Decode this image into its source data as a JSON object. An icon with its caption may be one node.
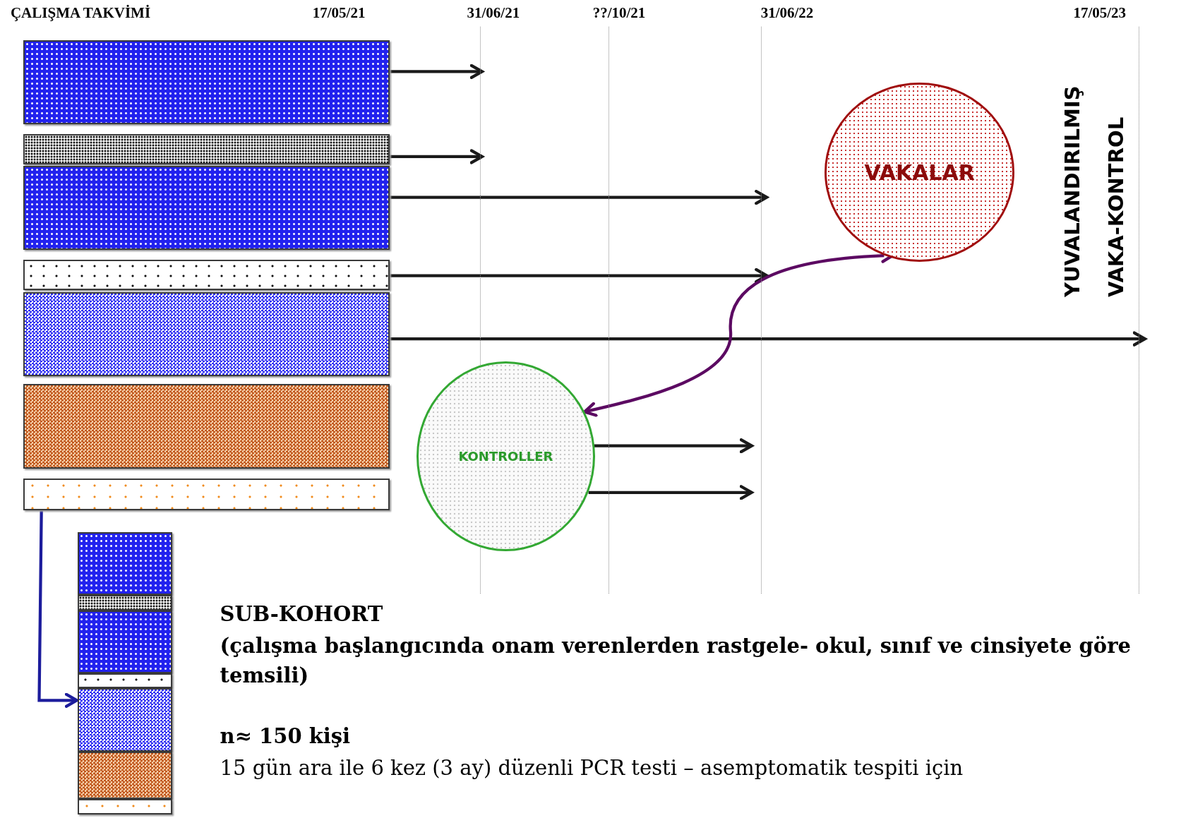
{
  "diagram": {
    "title": "ÇALIŞMA TAKVİMİ",
    "nodes": [
      {
        "text": [],
        "shape": "bar"
      },
      {
        "text": [],
        "shape": "bar"
      },
      {
        "text": [],
        "shape": "bar"
      },
      {
        "text": [],
        "shape": "bar"
      },
      {
        "text": [],
        "shape": "bar"
      },
      {
        "text": [],
        "shape": "bar"
      },
      {
        "text": [],
        "shape": "bar"
      },
      {
        "text": [
          "VAKALAR"
        ]
      },
      {
        "text": [
          "KONTROLLER"
        ]
      },
      {
        "text": [],
        "shape": "bar"
      },
      {
        "text": [],
        "shape": "bar"
      },
      {
        "text": [],
        "shape": "bar"
      },
      {
        "text": [],
        "shape": "bar"
      },
      {
        "text": [],
        "shape": "bar"
      },
      {
        "text": [],
        "shape": "bar"
      },
      {
        "text": [],
        "shape": "bar"
      }
    ],
    "edges": [
      {
        "from": 0,
        "to": null,
        "arrow": "to"
      },
      {
        "from": 1,
        "to": null,
        "arrow": "to"
      },
      {
        "from": 2,
        "to": null,
        "arrow": "to"
      },
      {
        "from": 3,
        "to": null,
        "arrow": "to"
      },
      {
        "from": 4,
        "to": null,
        "arrow": "to"
      },
      {
        "from": 7,
        "to": 8,
        "arrow": "both",
        "color": "#5c0a62"
      },
      {
        "from": 8,
        "to": null,
        "arrow": "to"
      },
      {
        "from": 8,
        "to": null,
        "arrow": "to"
      },
      {
        "from": 6,
        "to": 13,
        "arrow": "to",
        "color": "#1c1c9c"
      }
    ],
    "labels": [
      "17/05/21",
      "31/06/21",
      "??/10/21",
      "31/06/22",
      "17/05/23",
      "YUVALANDIRILMIŞ VAKA-KONTROL",
      "SUB-KOHORT",
      "(çalışma başlangıcında onam verenlerden rastgele- okul, sınıf ve cinsiyete göre temsili)",
      "n≈ 150 kişi",
      "15 gün ara ile 6 kez (3 ay) düzenli PCR testi – asemptomatik tespiti için"
    ]
  }
}
